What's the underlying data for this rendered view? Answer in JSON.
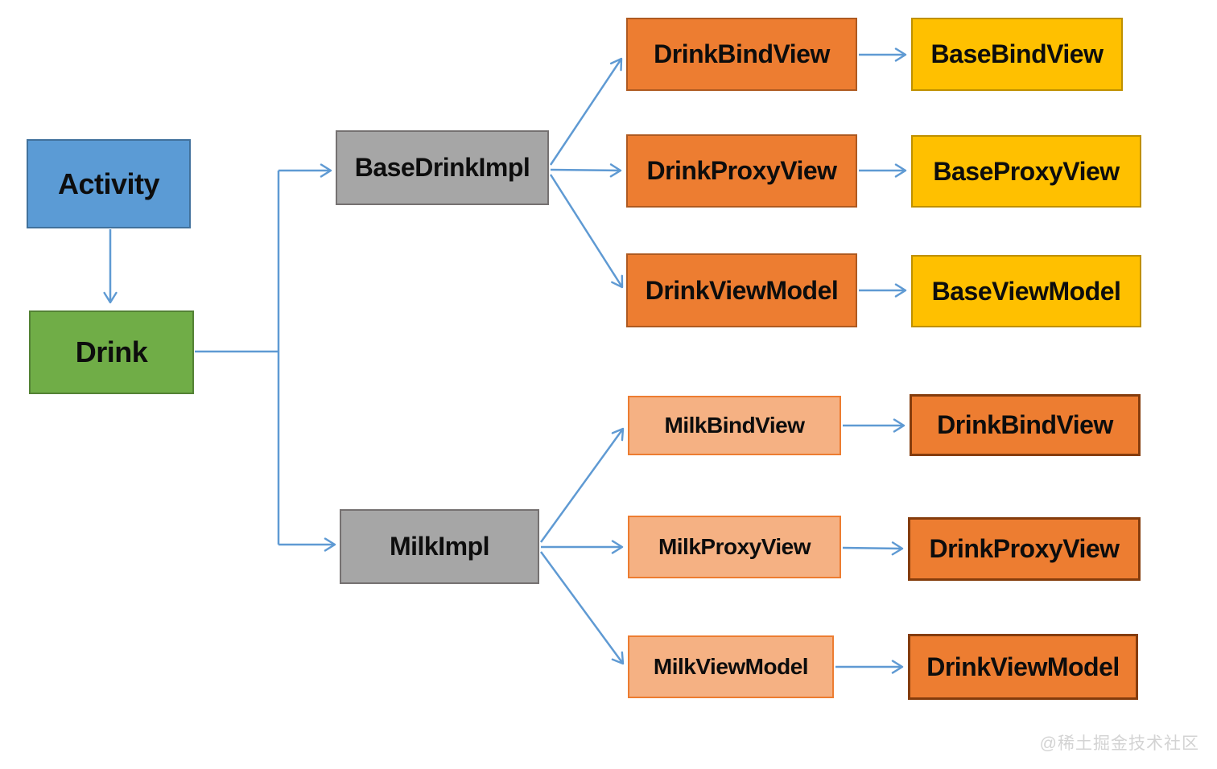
{
  "nodes": {
    "activity": {
      "label": "Activity"
    },
    "drink": {
      "label": "Drink"
    },
    "baseDrinkImpl": {
      "label": "BaseDrinkImpl"
    },
    "milkImpl": {
      "label": "MilkImpl"
    },
    "drinkBindView": {
      "label": "DrinkBindView"
    },
    "drinkProxyView": {
      "label": "DrinkProxyView"
    },
    "drinkViewModel": {
      "label": "DrinkViewModel"
    },
    "baseBindView": {
      "label": "BaseBindView"
    },
    "baseProxyView": {
      "label": "BaseProxyView"
    },
    "baseViewModel": {
      "label": "BaseViewModel"
    },
    "milkBindView": {
      "label": "MilkBindView"
    },
    "milkProxyView": {
      "label": "MilkProxyView"
    },
    "milkViewModel": {
      "label": "MilkViewModel"
    },
    "drinkBindView2": {
      "label": "DrinkBindView"
    },
    "drinkProxyView2": {
      "label": "DrinkProxyView"
    },
    "drinkViewModel2": {
      "label": "DrinkViewModel"
    }
  },
  "edges": [
    {
      "from": "Activity",
      "to": "Drink"
    },
    {
      "from": "Drink",
      "to": "BaseDrinkImpl"
    },
    {
      "from": "Drink",
      "to": "MilkImpl"
    },
    {
      "from": "BaseDrinkImpl",
      "to": "DrinkBindView"
    },
    {
      "from": "BaseDrinkImpl",
      "to": "DrinkProxyView"
    },
    {
      "from": "BaseDrinkImpl",
      "to": "DrinkViewModel"
    },
    {
      "from": "DrinkBindView",
      "to": "BaseBindView"
    },
    {
      "from": "DrinkProxyView",
      "to": "BaseProxyView"
    },
    {
      "from": "DrinkViewModel",
      "to": "BaseViewModel"
    },
    {
      "from": "MilkImpl",
      "to": "MilkBindView"
    },
    {
      "from": "MilkImpl",
      "to": "MilkProxyView"
    },
    {
      "from": "MilkImpl",
      "to": "MilkViewModel"
    },
    {
      "from": "MilkBindView",
      "to": "DrinkBindView"
    },
    {
      "from": "MilkProxyView",
      "to": "DrinkProxyView"
    },
    {
      "from": "MilkViewModel",
      "to": "DrinkViewModel"
    }
  ],
  "colors": {
    "activity_fill": "#5B9BD5",
    "activity_border": "#41719C",
    "drink_fill": "#70AD47",
    "drink_border": "#548235",
    "impl_fill": "#A6A6A6",
    "impl_border": "#757171",
    "orange_fill": "#ED7D31",
    "orange_border": "#AE5A21",
    "orange_border_dark": "#843C0C",
    "yellow_fill": "#FFC000",
    "yellow_border": "#BF9000",
    "peach_fill": "#F5B183",
    "peach_border": "#ED7D31",
    "arrow": "#5F9AD3"
  },
  "watermark": {
    "text": "@稀土掘金技术社区"
  }
}
